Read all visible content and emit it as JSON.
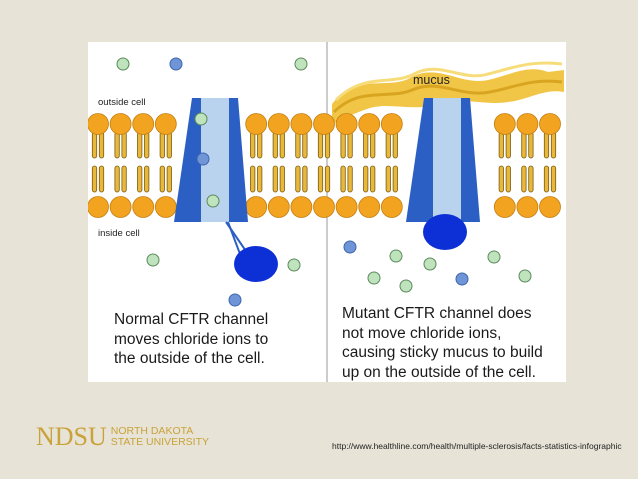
{
  "labels": {
    "outside_cell": "outside cell",
    "inside_cell": "inside cell",
    "mucus": "mucus"
  },
  "left_caption": [
    "Normal CFTR channel",
    "moves chloride ions to",
    "the outside of the cell."
  ],
  "right_caption": [
    "Mutant CFTR channel does",
    "not move chloride ions,",
    "causing sticky mucus to build",
    "up on the outside of the cell."
  ],
  "footer": {
    "logo_mark": "NDSU",
    "university_line1": "NORTH DAKOTA",
    "university_line2": "STATE UNIVERSITY",
    "source_url": "http://www.healthline.com/health/multiple-sclerosis/facts-statistics-infographic"
  },
  "colors": {
    "background": "#e7e3d7",
    "membrane_head": "#f2a421",
    "membrane_tail": "#e8b83a",
    "channel": "#2b5fc4",
    "channel_pore": "#b9d2ee",
    "ion_blue": "#6f95d6",
    "ion_green": "#bfe3bd",
    "mucus": "#f0c33c",
    "logo_gold": "#c9a23a"
  }
}
